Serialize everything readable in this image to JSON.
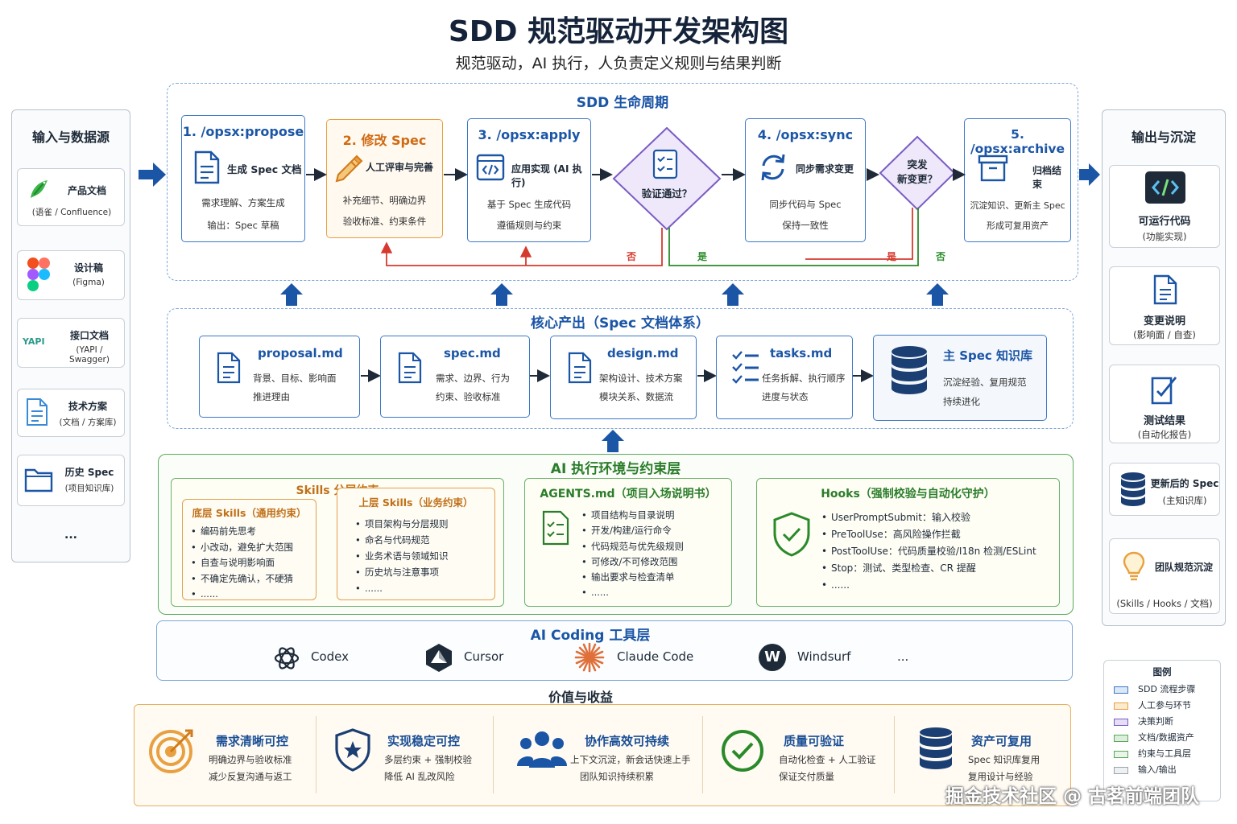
{
  "title": "SDD 规范驱动开发架构图",
  "subtitle": "规范驱动，AI 执行，人负责定义规则与结果判断",
  "inputs": {
    "title": "输入与数据源",
    "items": [
      {
        "name": "产品文档",
        "sub": "(语雀 / Confluence)"
      },
      {
        "name": "设计稿",
        "sub": "(Figma)"
      },
      {
        "name": "接口文档",
        "sub": "(YAPI / Swagger)",
        "logo_text": "YAPI"
      },
      {
        "name": "技术方案",
        "sub": "(文档 / 方案库)"
      },
      {
        "name": "历史 Spec",
        "sub": "(项目知识库)"
      }
    ],
    "more": "..."
  },
  "lifecycle": {
    "title": "SDD 生命周期",
    "stages": [
      {
        "head": "1. /opsx:propose",
        "action": "生成 Spec 文档",
        "line1": "需求理解、方案生成",
        "line2": "输出：Spec 草稿"
      },
      {
        "head": "2. 修改 Spec",
        "action": "人工评审与完善",
        "line1": "补充细节、明确边界",
        "line2": "验收标准、约束条件"
      },
      {
        "head": "3. /opsx:apply",
        "action": "应用实现 (AI 执行)",
        "line1": "基于 Spec 生成代码",
        "line2": "遵循规则与约束"
      },
      {
        "head": "4. /opsx:sync",
        "action": "同步需求变更",
        "line1": "同步代码与 Spec",
        "line2": "保持一致性"
      },
      {
        "head": "5. /opsx:archive",
        "action": "归档结束",
        "line1": "沉淀知识、更新主 Spec",
        "line2": "形成可复用资产"
      }
    ],
    "decision1": "验证通过？",
    "decision2_line1": "突发",
    "decision2_line2": "新变更？",
    "no1": "否",
    "yes1": "是",
    "yes2": "是",
    "no2": "否"
  },
  "core": {
    "title": "核心产出（Spec 文档体系）",
    "docs": [
      {
        "name": "proposal.md",
        "line1": "背景、目标、影响面",
        "line2": "推进理由"
      },
      {
        "name": "spec.md",
        "line1": "需求、边界、行为",
        "line2": "约束、验收标准"
      },
      {
        "name": "design.md",
        "line1": "架构设计、技术方案",
        "line2": "模块关系、数据流"
      },
      {
        "name": "tasks.md",
        "line1": "任务拆解、执行顺序",
        "line2": "进度与状态"
      },
      {
        "name": "主 Spec 知识库",
        "line1": "沉淀经验、复用规范",
        "line2": "持续进化"
      }
    ]
  },
  "ai_env": {
    "title": "AI 执行环境与约束层",
    "skills": {
      "title": "Skills 分层约束",
      "base": {
        "title": "底层 Skills（通用约束）",
        "items": [
          "编码前先思考",
          "小改动，避免扩大范围",
          "自查与说明影响面",
          "不确定先确认，不硬猜",
          "......"
        ]
      },
      "upper": {
        "title": "上层 Skills（业务约束）",
        "items": [
          "项目架构与分层规则",
          "命名与代码规范",
          "业务术语与领域知识",
          "历史坑与注意事项",
          "......"
        ]
      }
    },
    "agents": {
      "title": "AGENTS.md（项目入场说明书）",
      "items": [
        "项目结构与目录说明",
        "开发/构建/运行命令",
        "代码规范与优先级规则",
        "可修改/不可修改范围",
        "输出要求与检查清单",
        "......"
      ]
    },
    "hooks": {
      "title": "Hooks（强制校验与自动化守护）",
      "items": [
        "UserPromptSubmit：输入校验",
        "PreToolUse：高风险操作拦截",
        "PostToolUse：代码质量校验/I18n 检测/ESLint",
        "Stop：测试、类型检查、CR 提醒",
        "......"
      ]
    }
  },
  "tools": {
    "title": "AI Coding 工具层",
    "items": [
      "Codex",
      "Cursor",
      "Claude Code",
      "Windsurf"
    ],
    "more": "...",
    "windsurf_glyph": "W"
  },
  "value": {
    "title": "价值与收益",
    "items": [
      {
        "head": "需求清晰可控",
        "line1": "明确边界与验收标准",
        "line2": "减少反复沟通与返工"
      },
      {
        "head": "实现稳定可控",
        "line1": "多层约束 + 强制校验",
        "line2": "降低 AI 乱改风险"
      },
      {
        "head": "协作高效可持续",
        "line1": "上下文沉淀，新会话快速上手",
        "line2": "团队知识持续积累"
      },
      {
        "head": "质量可验证",
        "line1": "自动化检查 + 人工验证",
        "line2": "保证交付质量"
      },
      {
        "head": "资产可复用",
        "line1": "Spec 知识库复用",
        "line2": "复用设计与经验"
      }
    ]
  },
  "outputs": {
    "title": "输出与沉淀",
    "items": [
      {
        "name": "可运行代码",
        "sub": "(功能实现)"
      },
      {
        "name": "变更说明",
        "sub": "(影响面 / 自查)"
      },
      {
        "name": "测试结果",
        "sub": "(自动化报告)"
      },
      {
        "name": "更新后的 Spec",
        "sub": "(主知识库)"
      },
      {
        "name": "团队规范沉淀",
        "sub": "(Skills / Hooks / 文档)"
      }
    ]
  },
  "legend": {
    "title": "图例",
    "items": [
      {
        "label": "SDD 流程步骤",
        "color": "#3d78c7",
        "fill": "#dbe8f8"
      },
      {
        "label": "人工参与环节",
        "color": "#e8a040",
        "fill": "#fdebd0"
      },
      {
        "label": "决策判断",
        "color": "#7b5cc4",
        "fill": "#e6ddf6"
      },
      {
        "label": "文档/数据资产",
        "color": "#5aa85a",
        "fill": "#dcefdc"
      },
      {
        "label": "约束与工具层",
        "color": "#5aa85a",
        "fill": "#eaf5ea"
      },
      {
        "label": "输入/输出",
        "color": "#9aa3ad",
        "fill": "#eef0f2"
      }
    ]
  },
  "watermark": "掘金技术社区 @ 古茗前端团队",
  "colors": {
    "primary": "#1b55a6",
    "human": "#e8a040",
    "decision": "#7b5cc4",
    "constraint": "#5aa85a",
    "yes": "#2a8a2a",
    "no": "#d63a2e"
  }
}
